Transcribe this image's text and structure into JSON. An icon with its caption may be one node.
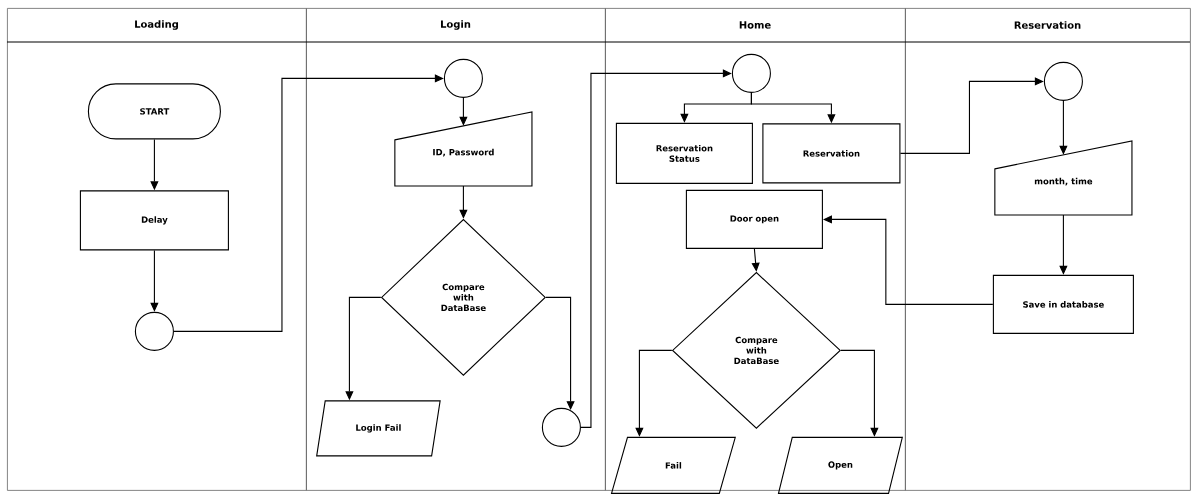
{
  "diagram": {
    "nodes": [
      {
        "text": [
          "Loading"
        ]
      },
      {
        "text": [
          "Login"
        ]
      },
      {
        "text": [
          "Home"
        ]
      },
      {
        "text": [
          "Reservation"
        ]
      },
      {
        "text": [
          "START"
        ],
        "in": 0
      },
      {
        "text": [
          "Delay"
        ],
        "in": 0
      },
      {
        "text": [],
        "shape": "circle",
        "in": 0
      },
      {
        "text": [],
        "shape": "circle",
        "in": 1
      },
      {
        "text": [
          "ID, Password"
        ],
        "in": 1
      },
      {
        "text": [
          "Compare with DataBase"
        ],
        "in": 1
      },
      {
        "text": [
          "Login Fail"
        ],
        "in": 1
      },
      {
        "text": [],
        "shape": "circle",
        "in": 1
      },
      {
        "text": [],
        "shape": "circle",
        "in": 2
      },
      {
        "text": [
          "Reservation Status"
        ],
        "in": 2
      },
      {
        "text": [
          "Reservation"
        ],
        "in": 2
      },
      {
        "text": [
          "Door open"
        ],
        "in": 2
      },
      {
        "text": [
          "Compare with DataBase"
        ],
        "in": 2
      },
      {
        "text": [
          "Fail"
        ],
        "in": 2
      },
      {
        "text": [
          "Open"
        ],
        "in": 2
      },
      {
        "text": [],
        "shape": "circle",
        "in": 3
      },
      {
        "text": [
          "month, time"
        ],
        "in": 3
      },
      {
        "text": [
          "Save in database"
        ],
        "in": 3
      }
    ],
    "edges": [
      {
        "from": 4,
        "to": 5,
        "arrow": "to"
      },
      {
        "from": 5,
        "to": 6,
        "arrow": "to"
      },
      {
        "from": 6,
        "to": 7,
        "arrow": "to"
      },
      {
        "from": 7,
        "to": 8,
        "arrow": "to"
      },
      {
        "from": 8,
        "to": 9,
        "arrow": "to"
      },
      {
        "from": 9,
        "to": 10,
        "arrow": "to"
      },
      {
        "from": 9,
        "to": 11,
        "arrow": "to"
      },
      {
        "from": 11,
        "to": 12,
        "arrow": "to"
      },
      {
        "from": 12,
        "to": 13,
        "arrow": "to"
      },
      {
        "from": 12,
        "to": 14,
        "arrow": "to"
      },
      {
        "from": 14,
        "to": 19,
        "arrow": "to"
      },
      {
        "from": 19,
        "to": 20,
        "arrow": "to"
      },
      {
        "from": 20,
        "to": 21,
        "arrow": "to"
      },
      {
        "from": 21,
        "to": 15,
        "arrow": "to"
      },
      {
        "from": 15,
        "to": 16,
        "arrow": "to"
      },
      {
        "from": 16,
        "to": 17,
        "arrow": "to"
      },
      {
        "from": 16,
        "to": 18,
        "arrow": "to"
      }
    ]
  }
}
